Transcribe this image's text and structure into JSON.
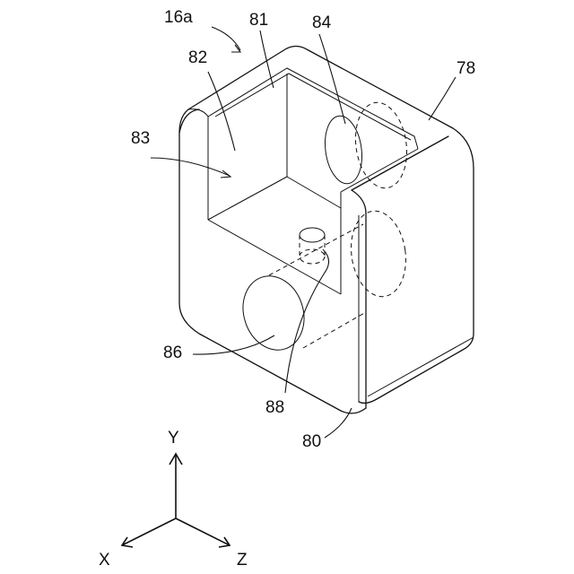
{
  "figure": {
    "labels": {
      "assembly": "16a",
      "p78": "78",
      "p80": "80",
      "p81": "81",
      "p82": "82",
      "p83": "83",
      "p84": "84",
      "p86": "86",
      "p88": "88"
    },
    "axes": {
      "x": "X",
      "y": "Y",
      "z": "Z"
    }
  }
}
